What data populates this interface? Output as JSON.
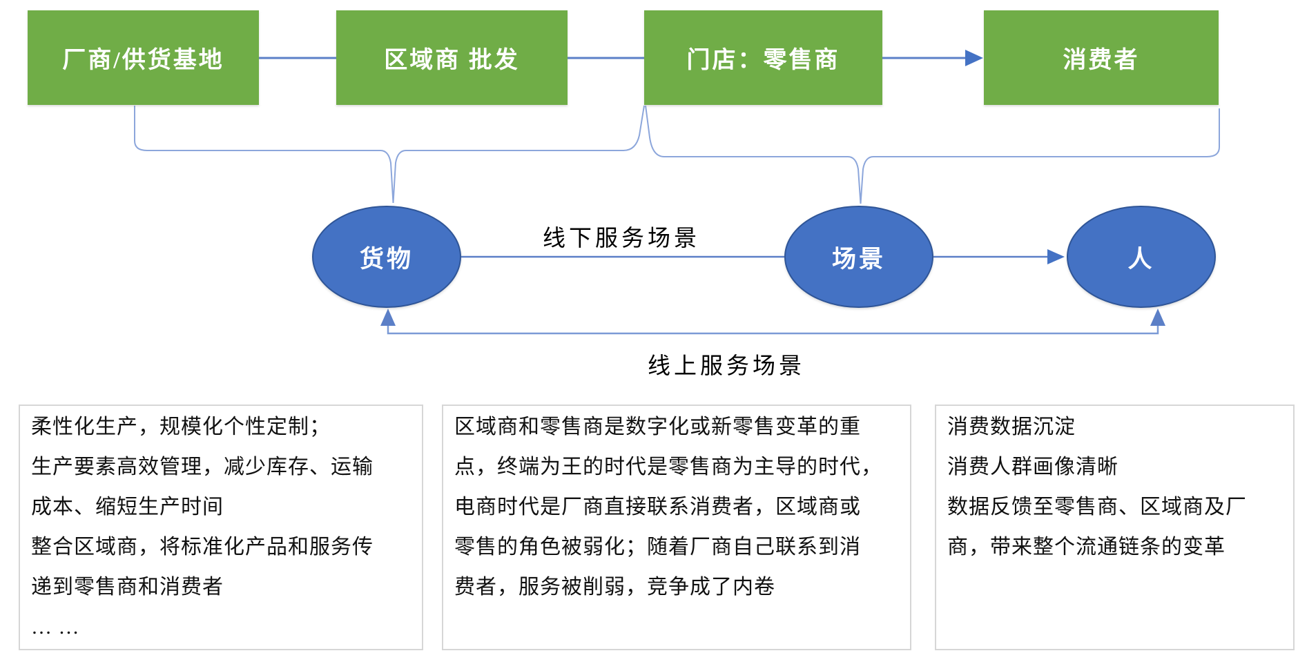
{
  "nodes": [
    {
      "label": "厂商/供货基地"
    },
    {
      "label": "区域商 批发"
    },
    {
      "label": "门店：零售商"
    },
    {
      "label": "消费者"
    }
  ],
  "entities": [
    {
      "label": "货物"
    },
    {
      "label": "场景"
    },
    {
      "label": "人"
    }
  ],
  "edge_labels": {
    "offline": "线下服务场景",
    "online": "线上服务场景"
  },
  "panels": [
    {
      "lines": [
        "柔性化生产，规模化个性定制；",
        "生产要素高效管理，减少库存、运输",
        "成本、缩短生产时间",
        "整合区域商，将标准化产品和服务传",
        "递到零售商和消费者",
        "… …"
      ]
    },
    {
      "lines": [
        "区域商和零售商是数字化或新零售变革的重",
        "点，终端为王的时代是零售商为主导的时代，",
        "电商时代是厂商直接联系消费者，区域商或",
        "零售的角色被弱化；随着厂商自己联系到消",
        "费者，服务被削弱，竞争成了内卷"
      ]
    },
    {
      "lines": [
        "消费数据沉淀",
        "消费人群画像清晰",
        "数据反馈至零售商、区域商及厂",
        "商，带来整个流通链条的变革"
      ]
    }
  ],
  "colors": {
    "node_green": "#70AD47",
    "ellipse_fill": "#4472C4",
    "ellipse_border": "#2F5597",
    "connector_blue": "#5B7FC7",
    "brace_blue": "#8CA6DB",
    "panel_border": "#D6D6D6"
  }
}
